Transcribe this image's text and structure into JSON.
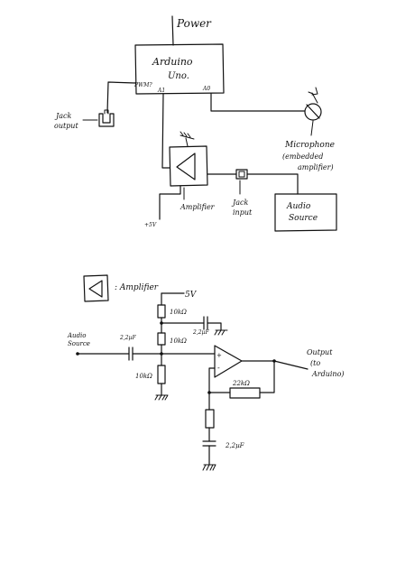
{
  "block_diagram": {
    "power": "Power",
    "arduino_line1": "Arduino",
    "arduino_line2": "Uno.",
    "pin_pwm": "PWM?",
    "pin_a1": "A1",
    "pin_a0": "A0",
    "jack_output_line1": "Jack",
    "jack_output_line2": "output",
    "microphone_line1": "Microphone",
    "microphone_line2": "(embedded",
    "microphone_line3": "amplifier)",
    "amplifier": "Amplifier",
    "jack_input_line1": "Jack",
    "jack_input_line2": "input",
    "audio_source_line1": "Audio",
    "audio_source_line2": "Source",
    "supply": "+5V"
  },
  "schematic": {
    "legend_label": ": Amplifier",
    "supply": "5V",
    "r_top": "10kΩ",
    "c_decouple": "2,2µF",
    "r_mid": "10kΩ",
    "audio_source_line1": "Audio",
    "audio_source_line2": "Source",
    "c_input": "2,2µF",
    "r_bottom": "10kΩ",
    "r_feedback": "22kΩ",
    "c_ground": "2,2µF",
    "output_line1": "Output",
    "output_line2": "(to",
    "output_line3": "Arduino)"
  }
}
